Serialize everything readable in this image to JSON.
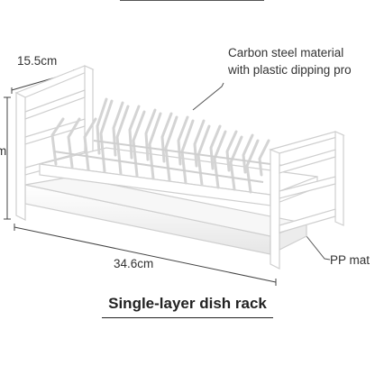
{
  "dimensions": {
    "width": "15.5cm",
    "height": "m",
    "length": "34.6cm"
  },
  "materials": {
    "rack_line1": "Carbon steel material",
    "rack_line2": "with plastic dipping pro",
    "tray": "PP mat"
  },
  "caption": "Single-layer dish rack",
  "colors": {
    "rack": "#ffffff",
    "rack_edge": "#cfcfcf",
    "tray": "#f4f4f4",
    "text": "#333333"
  }
}
